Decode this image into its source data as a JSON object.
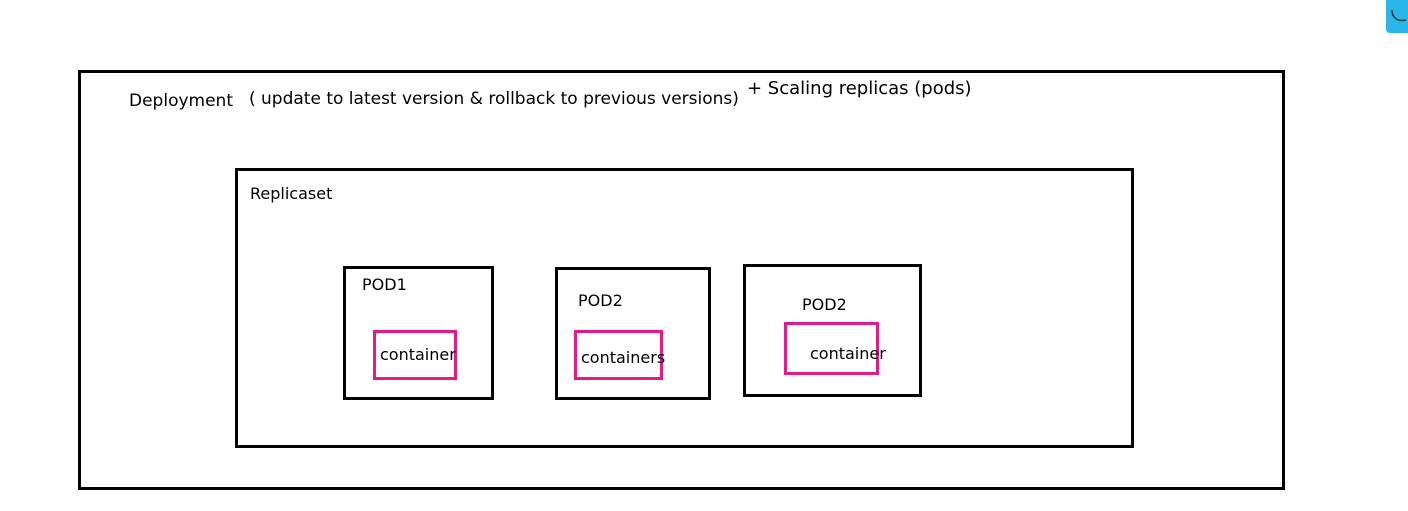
{
  "diagram": {
    "deployment": {
      "label": "Deployment",
      "note": "( update to latest version & rollback to previous versions)",
      "scaling_note": "+ Scaling  replicas (pods)"
    },
    "replicaset": {
      "label": "Replicaset"
    },
    "pods": [
      {
        "label": "POD1",
        "container_label": "container"
      },
      {
        "label": "POD2",
        "container_label": "containers"
      },
      {
        "label": "POD2",
        "container_label": "container"
      }
    ]
  },
  "colors": {
    "box_border": "#000000",
    "container_border": "#e6198a",
    "corner_icon": "#29b6e8"
  },
  "icons": {
    "corner": "app-corner-icon"
  }
}
